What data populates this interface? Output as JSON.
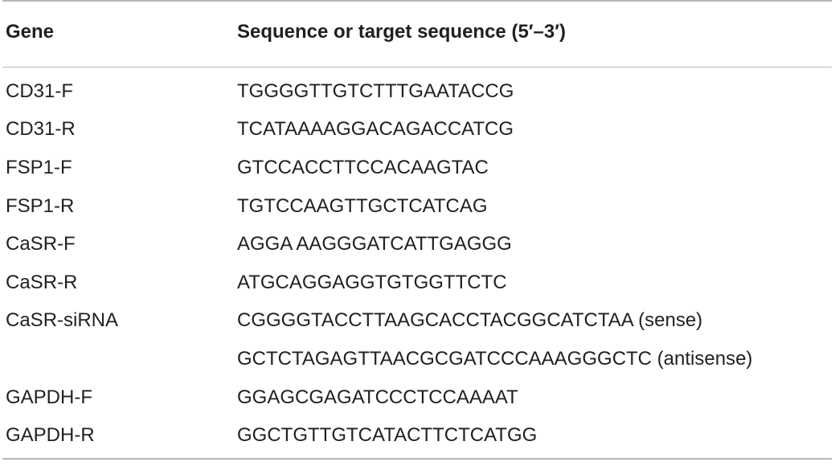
{
  "table": {
    "headers": {
      "gene": "Gene",
      "sequence": "Sequence or target sequence (5′–3′)"
    },
    "rows": [
      {
        "gene": "CD31-F",
        "sequence": "TGGGGTTGTCTTTGAATACCG"
      },
      {
        "gene": "CD31-R",
        "sequence": "TCATAAAAGGACAGACCATCG"
      },
      {
        "gene": "FSP1-F",
        "sequence": "GTCCACCTTCCACAAGTAC"
      },
      {
        "gene": "FSP1-R",
        "sequence": "TGTCCAAGTTGCTCATCAG"
      },
      {
        "gene": "CaSR-F",
        "sequence": "AGGA AAGGGATCATTGAGGG"
      },
      {
        "gene": "CaSR-R",
        "sequence": "ATGCAGGAGGTGTGGTTCTC"
      },
      {
        "gene": "CaSR-siRNA",
        "sequence": "CGGGGTACCTTAAGCACCTACGGCATCTAA (sense)"
      },
      {
        "gene": "",
        "sequence": "GCTCTAGAGTTAACGCGATCCCAAAGGGCTC (antisense)"
      },
      {
        "gene": "GAPDH-F",
        "sequence": "GGAGCGAGATCCCTCCAAAAT"
      },
      {
        "gene": "GAPDH-R",
        "sequence": "GGCTGTTGTCATACTTCTCATGG"
      }
    ]
  }
}
